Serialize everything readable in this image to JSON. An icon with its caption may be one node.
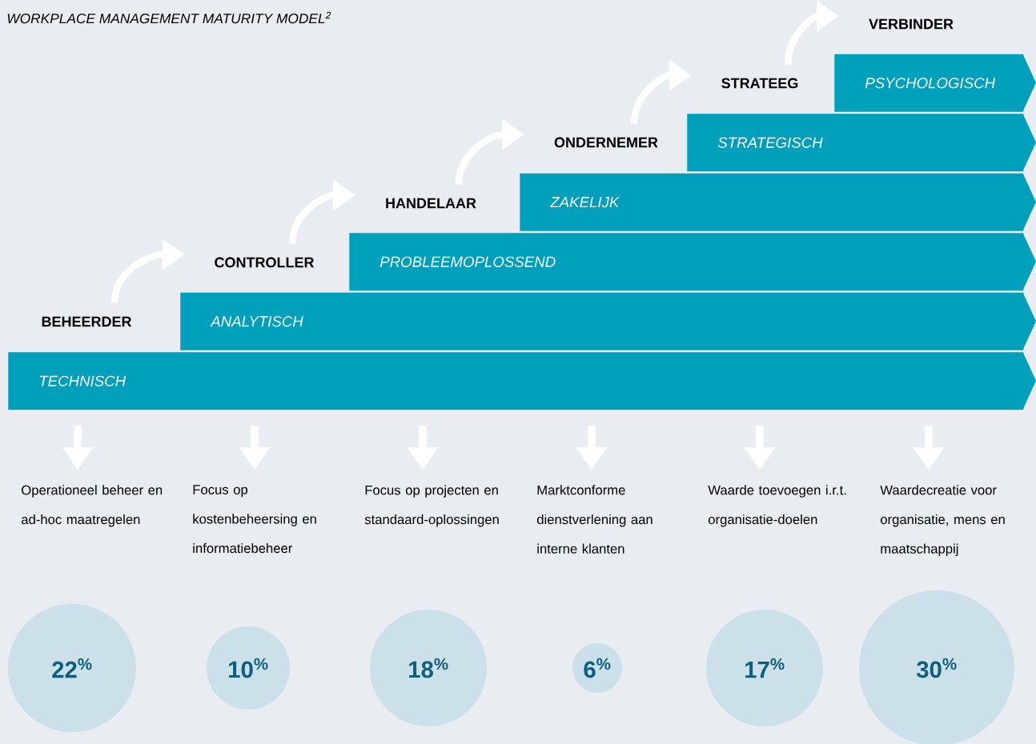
{
  "diagram": {
    "title": "WORKPLACE MANAGEMENT MATURITY MODEL$^{2}$",
    "nodes": [
      {
        "text": [
          "BEHEERDER"
        ]
      },
      {
        "text": [
          "CONTROLLER"
        ]
      },
      {
        "text": [
          "HANDELAAR"
        ]
      },
      {
        "text": [
          "ONDERNEMER"
        ]
      },
      {
        "text": [
          "STRATEEG"
        ]
      },
      {
        "text": [
          "VERBINDER"
        ]
      },
      {
        "text": [
          "TECHNISCH"
        ]
      },
      {
        "text": [
          "ANALYTISCH"
        ]
      },
      {
        "text": [
          "PROBLEEMOPLOSSEND"
        ]
      },
      {
        "text": [
          "ZAKELIJK"
        ]
      },
      {
        "text": [
          "STRATEGISCH"
        ]
      },
      {
        "text": [
          "PSYCHOLOGISCH"
        ]
      },
      {
        "text": [
          "Operationeel beheer en ad-hoc maatregelen"
        ]
      },
      {
        "text": [
          "Focus op kostenbeheersing en informatiebeheer"
        ]
      },
      {
        "text": [
          "Focus op projecten en standaard-oplossingen"
        ]
      },
      {
        "text": [
          "Marktconforme dienstverlening aan interne klanten"
        ]
      },
      {
        "text": [
          "Waarde toevoegen i.r.t. organisatie-doelen"
        ]
      },
      {
        "text": [
          "Waardecreatie voor organisatie, mens en maatschappij"
        ]
      },
      {
        "text": [
          "22$^{%}$"
        ]
      },
      {
        "text": [
          "10$^{%}$"
        ]
      },
      {
        "text": [
          "18$^{%}$"
        ]
      },
      {
        "text": [
          "6$^{%}$"
        ]
      },
      {
        "text": [
          "17$^{%}$"
        ]
      },
      {
        "text": [
          "30$^{%}$"
        ]
      }
    ],
    "edges": [
      {
        "from": 0,
        "to": 1,
        "arrow": "to"
      },
      {
        "from": 1,
        "to": 2,
        "arrow": "to"
      },
      {
        "from": 2,
        "to": 3,
        "arrow": "to"
      },
      {
        "from": 3,
        "to": 4,
        "arrow": "to"
      },
      {
        "from": 4,
        "to": 5,
        "arrow": "to"
      },
      {
        "from": null,
        "to": 12,
        "arrow": "to"
      },
      {
        "from": null,
        "to": 13,
        "arrow": "to"
      },
      {
        "from": null,
        "to": 14,
        "arrow": "to"
      },
      {
        "from": null,
        "to": 15,
        "arrow": "to"
      },
      {
        "from": null,
        "to": 16,
        "arrow": "to"
      },
      {
        "from": null,
        "to": 17,
        "arrow": "to"
      }
    ]
  }
}
